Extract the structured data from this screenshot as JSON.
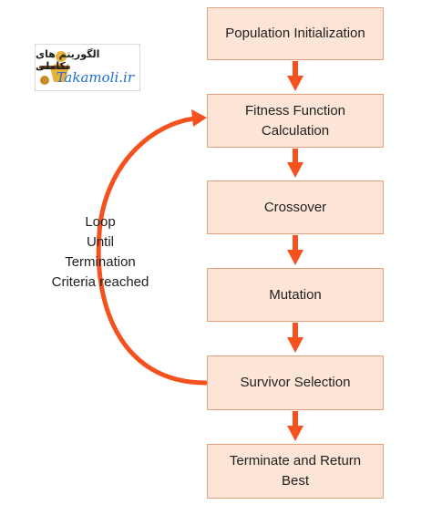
{
  "steps": [
    {
      "label": "Population Initialization"
    },
    {
      "label": "Fitness Function Calculation"
    },
    {
      "label": "Crossover"
    },
    {
      "label": "Mutation"
    },
    {
      "label": "Survivor Selection"
    },
    {
      "label": "Terminate and Return Best"
    }
  ],
  "loop": {
    "lines": [
      "Loop",
      "Until",
      "Termination",
      "Criteria reached"
    ]
  },
  "logo": {
    "persian_text": "الگوریتم های تکاملی",
    "site": "Takamoli.ir"
  },
  "colors": {
    "box_fill": "#fce4d6",
    "box_border": "#e3a27c",
    "arrow": "#f4511e",
    "logo_site": "#1f6fd0"
  }
}
